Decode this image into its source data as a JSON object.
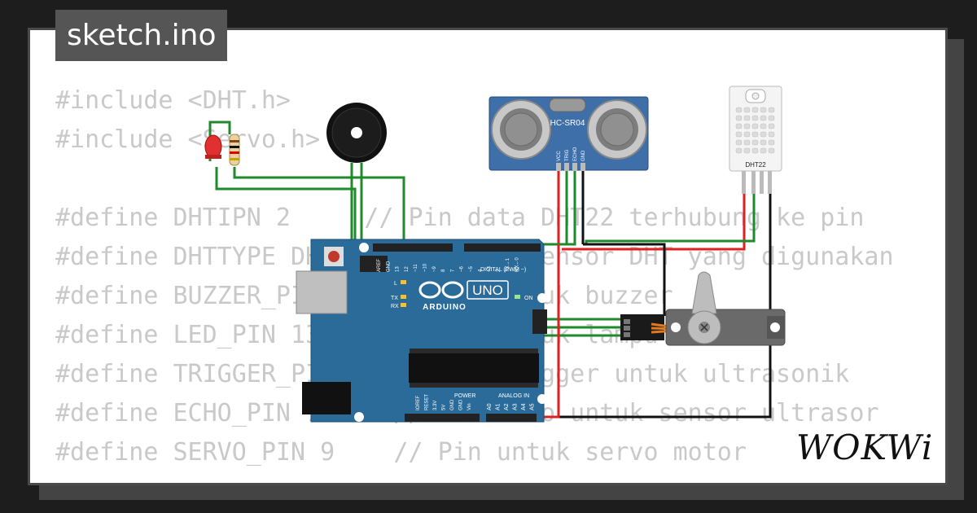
{
  "title": "sketch.ino",
  "code_lines": [
    "#include <DHT.h>",
    "#include <Servo.h>",
    "",
    "#define DHTIPN 2     // Pin data DHT22 terhubung ke pin",
    "#define DHTTYPE DHT22  // Jenis sensor DHT yang digunakan",
    "#define BUZZER_PIN 3   // Pin untuk buzzer",
    "#define LED_PIN 13     // Pin untuk lampu",
    "#define TRIGGER_PIN 6  // Pin trigger untuk ultrasonik",
    "#define ECHO_PIN 7     // Pin echo untuk sensor ultrasor",
    "#define SERVO_PIN 9    // Pin untuk servo motor"
  ],
  "brand": "WOKWi",
  "components": {
    "ultrasonic": {
      "label": "HC-SR04",
      "pins": [
        "VCC",
        "TRIG",
        "ECHO",
        "GND"
      ]
    },
    "dht": {
      "label": "DHT22"
    },
    "arduino": {
      "logo": "UNO",
      "brand": "ARDUINO",
      "digital_label": "DIGITAL (PWM ~)",
      "power_label": "POWER",
      "analog_label": "ANALOG IN",
      "top_pins": [
        "AREF",
        "GND",
        "13",
        "12",
        "~11",
        "~10",
        "~9",
        "8",
        "7",
        "~6",
        "~5",
        "4",
        "~3",
        "2",
        "TX→1",
        "RX←0"
      ],
      "power_pins": [
        "IOREF",
        "RESET",
        "3.3V",
        "5V",
        "GND",
        "GND",
        "Vin"
      ],
      "analog_pins": [
        "A0",
        "A1",
        "A2",
        "A3",
        "A4",
        "A5"
      ],
      "led_l": "L",
      "led_tx": "TX",
      "led_rx": "RX",
      "led_on": "ON"
    }
  },
  "colors": {
    "board": "#2b6b9a",
    "wire_green": "#1f8a2b",
    "wire_red": "#e02020",
    "wire_black": "#111111",
    "sensor_blue": "#3f6fa8"
  }
}
